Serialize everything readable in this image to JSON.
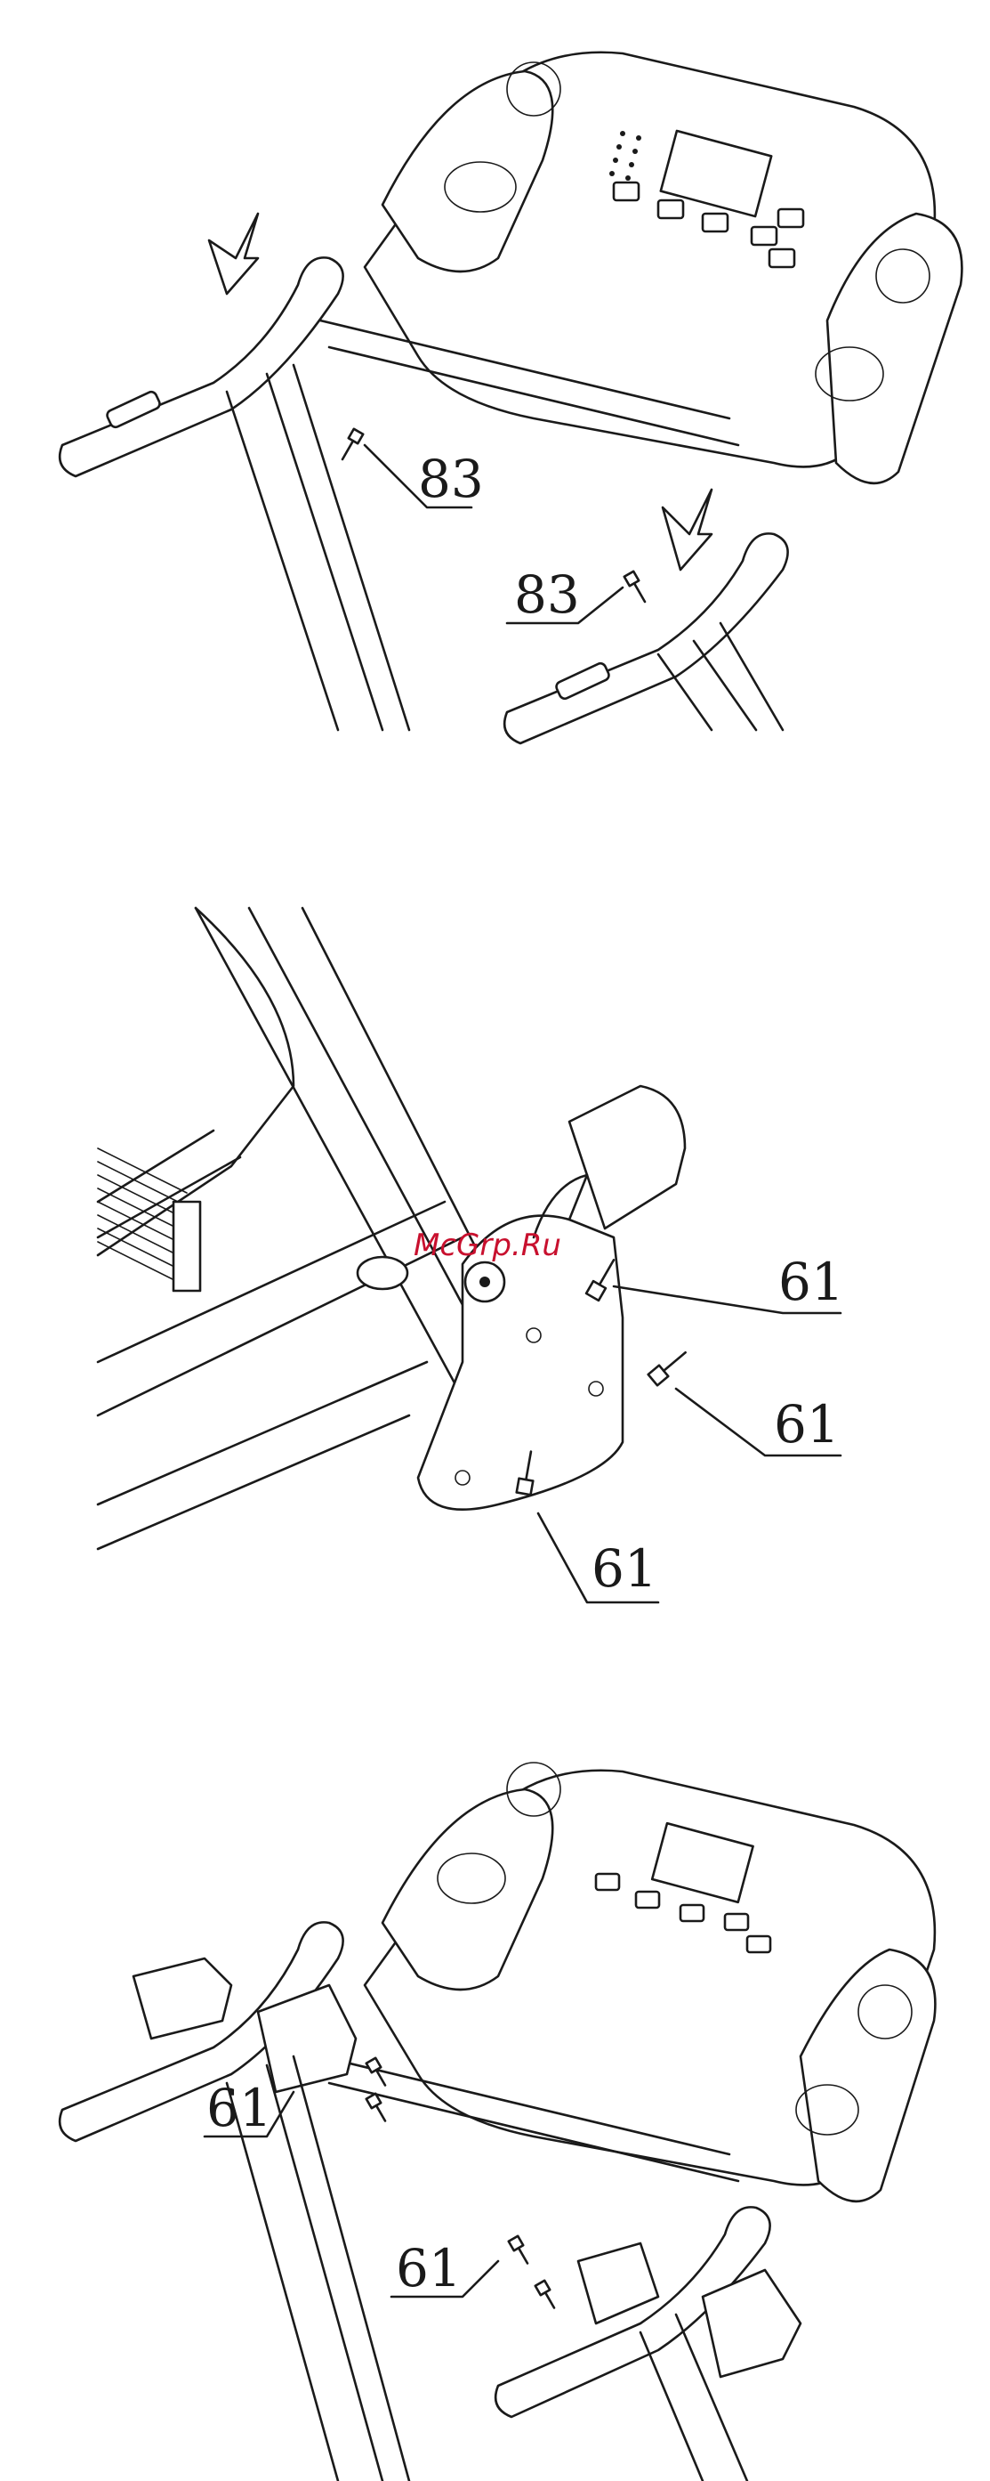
{
  "watermark": {
    "text": "McGrp.Ru",
    "color": "#c8102e"
  },
  "diagrams": [
    {
      "callouts": [
        "83",
        "83"
      ]
    },
    {
      "callouts": [
        "61",
        "61",
        "61"
      ]
    },
    {
      "callouts": [
        "61",
        "61"
      ]
    }
  ]
}
